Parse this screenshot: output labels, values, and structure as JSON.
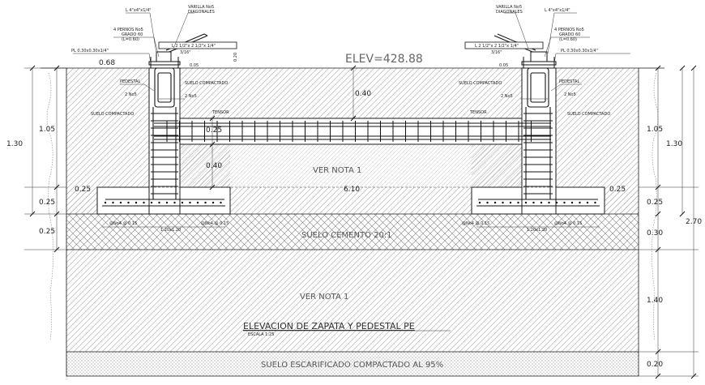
{
  "elevation_label": "ELEV=428.88",
  "title": "ELEVACION DE ZAPATA Y PEDESTAL PE",
  "title_scale": "ESCALA 1:25",
  "bottom_note": "SUELO ESCARIFICADO COMPACTADO AL 95%",
  "layer_cement": "SUELO CEMENTO 20:1",
  "note_beam": "VER NOTA 1",
  "note_lower": "VER NOTA 1",
  "left_labels": {
    "angle": "L 4\"x4\"x1/4\"",
    "bolts": "4 PERNOS No5",
    "grade": "GRADO 60",
    "length": "(L=0.60)",
    "plate": "PL 0.30x0.30x1/4\"",
    "rebar": "VARILLA No5",
    "diagonals": "DIAGONALES",
    "channel": "L 2 1/2\"x 2 1/2\"x 1/4\"",
    "small_dim": "3/16\"",
    "pedestal": "PEDESTAL",
    "bars": "2 No5",
    "suelo_compactado_out": "SUELO COMPACTADO",
    "suelo_compactado_in": "SUELO COMPACTADO",
    "tensor": "TENSOR",
    "bars_inner": "2 No5",
    "rebar_spacing": "@No4 @ 0.15",
    "rebar_spacing2": "@No4 @ 0.15",
    "width": "1.20x1.20"
  },
  "right_labels": {
    "angle": "L 4\"x4\"x1/4\"",
    "bolts": "4 PERNOS No5",
    "grade": "GRADO 60",
    "length": "(L=0.60)",
    "plate": "PL 0.30x0.30x1/4\"",
    "rebar": "VARILLA No5",
    "diagonals": "DIAGONALES",
    "channel": "L 2 1/2\"x 2 1/2\"x 1/4\"",
    "small_dim": "3/16\"",
    "pedestal": "PEDESTAL",
    "bars": "2 No5",
    "suelo_compactado_out": "SUELO COMPACTADO",
    "suelo_compactado_in": "SUELO COMPACTADO",
    "tensor": "TENSOR",
    "bars_inner": "2 No5",
    "rebar_spacing": "@No4 @ 0.15",
    "rebar_spacing2": "@No4 @ 0.15",
    "width": "1.20x1.20"
  },
  "dims": {
    "d068": "0.68",
    "d020_top": "0.20",
    "d005_left": "0.05",
    "d005_right": "0.05",
    "d040_top": "0.40",
    "d025_beam": "0.25",
    "d040_beam": "0.40",
    "d025_left_step": "0.25",
    "d025_right_step": "0.25",
    "span": "6.10",
    "left_105": "1.05",
    "left_130": "1.30",
    "left_025a": "0.25",
    "left_025b": "0.25",
    "right_105": "1.05",
    "right_130": "1.30",
    "right_025": "0.25",
    "right_030": "0.30",
    "right_270": "2.70",
    "right_140": "1.40",
    "right_020": "0.20"
  },
  "colors": {
    "line": "#1a1a1a",
    "hatch": "#9a9a9a",
    "cross": "#7a7a7a",
    "dots": "#555555",
    "rebar": "#111111"
  }
}
